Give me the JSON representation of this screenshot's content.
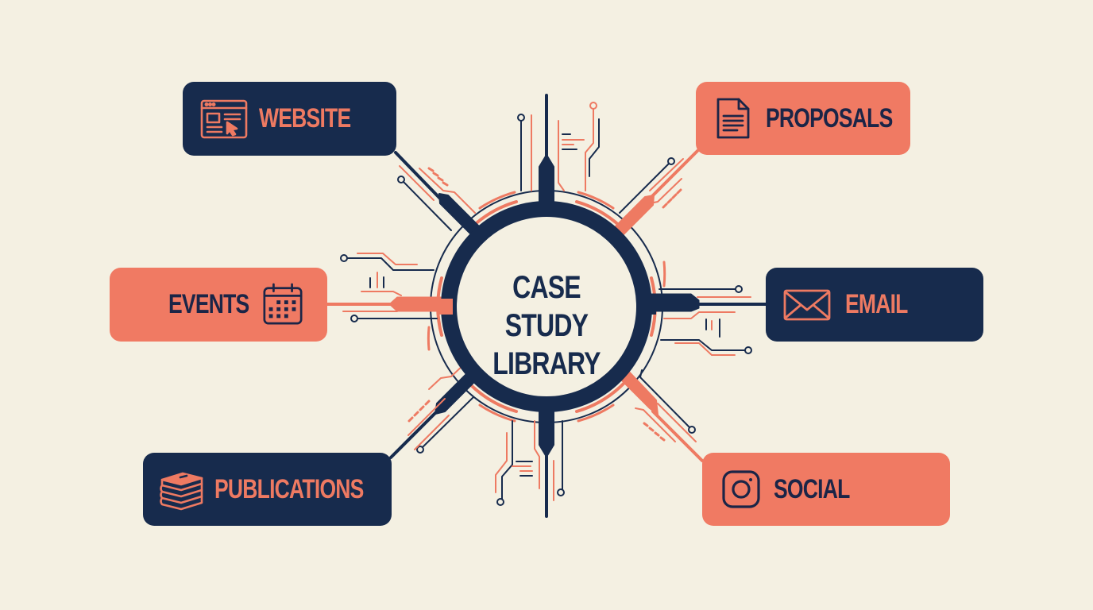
{
  "center": {
    "title_line1": "CASE STUDY",
    "title_line2": "LIBRARY"
  },
  "nodes": [
    {
      "id": "website",
      "label": "WEBSITE",
      "icon": "browser-window-icon",
      "style": "navy",
      "position": "top-left"
    },
    {
      "id": "proposals",
      "label": "PROPOSALS",
      "icon": "document-icon",
      "style": "coral",
      "position": "top-right"
    },
    {
      "id": "events",
      "label": "EVENTS",
      "icon": "calendar-icon",
      "style": "coral",
      "position": "middle-left"
    },
    {
      "id": "email",
      "label": "EMAIL",
      "icon": "envelope-icon",
      "style": "navy",
      "position": "middle-right"
    },
    {
      "id": "publications",
      "label": "PUBLICATIONS",
      "icon": "book-stack-icon",
      "style": "navy",
      "position": "bottom-left"
    },
    {
      "id": "social",
      "label": "SOCIAL",
      "icon": "instagram-icon",
      "style": "coral",
      "position": "bottom-right"
    }
  ],
  "colors": {
    "background": "#f4f0e2",
    "navy": "#172b4d",
    "coral": "#f07a63"
  }
}
